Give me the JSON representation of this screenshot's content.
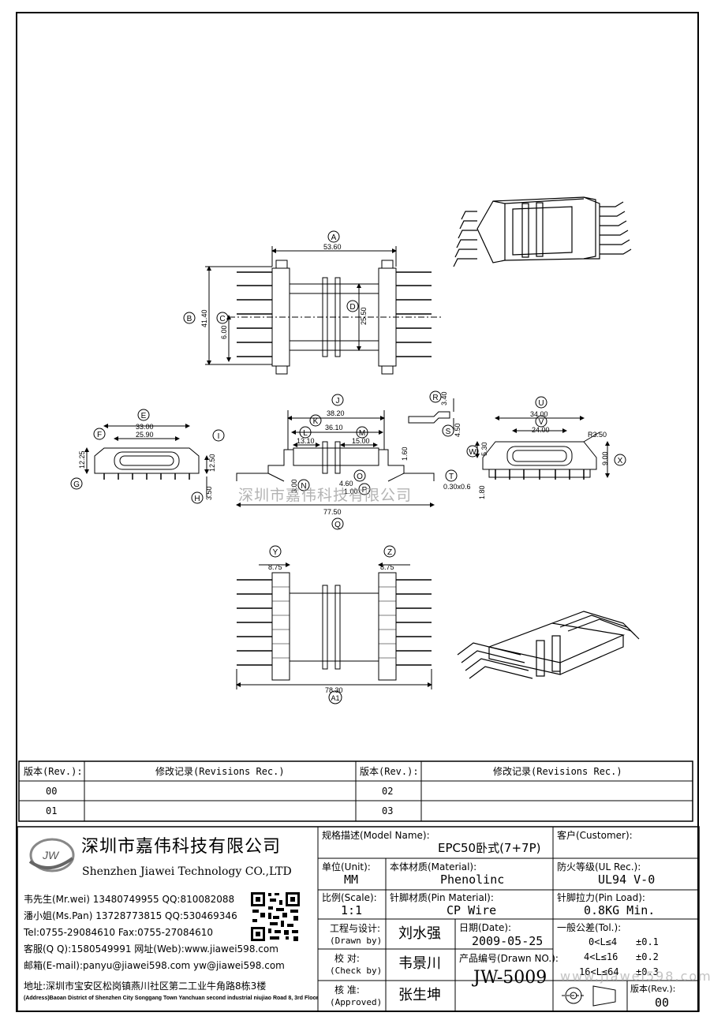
{
  "drawing": {
    "labels": {
      "A": "A",
      "B": "B",
      "C": "C",
      "D": "D",
      "E": "E",
      "F": "F",
      "G": "G",
      "H": "H",
      "I": "I",
      "J": "J",
      "K": "K",
      "L": "L",
      "M": "M",
      "N": "N",
      "O": "O",
      "P": "P",
      "Q": "Q",
      "R": "R",
      "S": "S",
      "T": "T",
      "U": "U",
      "V": "V",
      "W": "W",
      "X": "X",
      "Y": "Y",
      "Z": "Z",
      "A1": "A1"
    },
    "dims": {
      "A": "53.60",
      "B": "41.40",
      "C": "6.00",
      "D": "25.50",
      "E": "33.00",
      "F": "25.90",
      "G": "12.25",
      "H": "3.50",
      "I": "12.50",
      "J": "38.20",
      "K": "36.10",
      "L": "13.10",
      "M": "15.00",
      "N": "3.00",
      "O": "4.60",
      "P": "1.00",
      "Q": "77.50",
      "R": "3.40",
      "S": "4.50",
      "T": "0.30x0.6",
      "U": "34.00",
      "V": "24.00",
      "W": "5.30",
      "X": "9.00",
      "R350": "R3.50",
      "Y": "8.75",
      "Z": "8.75",
      "A1": "78.30",
      "H160": "1.60",
      "H180": "1.80"
    },
    "watermark": "深圳市嘉伟科技有限公司"
  },
  "revisions": {
    "headers": [
      "版本(Rev.):",
      "修改记录(Revisions Rec.)",
      "版本(Rev.):",
      "修改记录(Revisions Rec.)"
    ],
    "rows": [
      [
        "00",
        "",
        "02",
        ""
      ],
      [
        "01",
        "",
        "03",
        ""
      ]
    ]
  },
  "company": {
    "logo_text": "JW",
    "name_cn": "深圳市嘉伟科技有限公司",
    "name_en": "Shenzhen Jiawei Technology CO.,LTD",
    "contacts": [
      "韦先生(Mr.wei) 13480749955 QQ:810082088",
      "潘小姐(Ms.Pan) 13728773815 QQ:530469346",
      "Tel:0755-29084610      Fax:0755-27084610",
      "客服(Q Q):1580549991   网址(Web):www.jiawei598.com",
      "邮箱(E-mail):panyu@jiawei598.com  yw@jiawei598.com"
    ],
    "address_cn": "地址:深圳市宝安区松岗镇燕川社区第二工业牛角路8栋3楼",
    "address_en": "(Address)Baoan District of Shenzhen City Songgang Town Yanchuan  second industrial niujiao Road 8, 3rd Floor"
  },
  "title_block": {
    "model_label": "规格描述(Model Name):",
    "model_value": "EPC50卧式(7+7P)",
    "customer_label": "客户(Customer):",
    "customer_value": "",
    "unit_label": "单位(Unit):",
    "unit_value": "MM",
    "material_label": "本体材质(Material):",
    "material_value": "Phenolinc",
    "ul_label": "防火等级(UL Rec.):",
    "ul_value": "UL94 V-0",
    "scale_label": "比例(Scale):",
    "scale_value": "1:1",
    "pin_material_label": "针脚材质(Pin Material):",
    "pin_material_value": "CP Wire",
    "pin_load_label": "针脚拉力(Pin Load):",
    "pin_load_value": "0.8KG Min.",
    "drawn_label": "工程与设计:",
    "drawn_label_en": "(Drawn by)",
    "drawn_value": "刘水强",
    "date_label": "日期(Date):",
    "date_value": "2009-05-25",
    "check_label": "校  对:",
    "check_label_en": "(Check by)",
    "check_value": "韦景川",
    "drawn_no_label": "产品编号(Drawn NO.):",
    "drawn_no_value": "JW-5009",
    "approve_label": "核  准:",
    "approve_label_en": "(Approved)",
    "approve_value": "张生坤",
    "tol_label": "一般公差(Tol.):",
    "tol_rows": [
      [
        "0<L≤4",
        "±0.1"
      ],
      [
        "4<L≤16",
        "±0.2"
      ],
      [
        "16<L≤64",
        "±0.3"
      ]
    ],
    "rev_label": "版本(Rev.):",
    "rev_value": "00",
    "watermark": "www.jiawei598.com"
  }
}
